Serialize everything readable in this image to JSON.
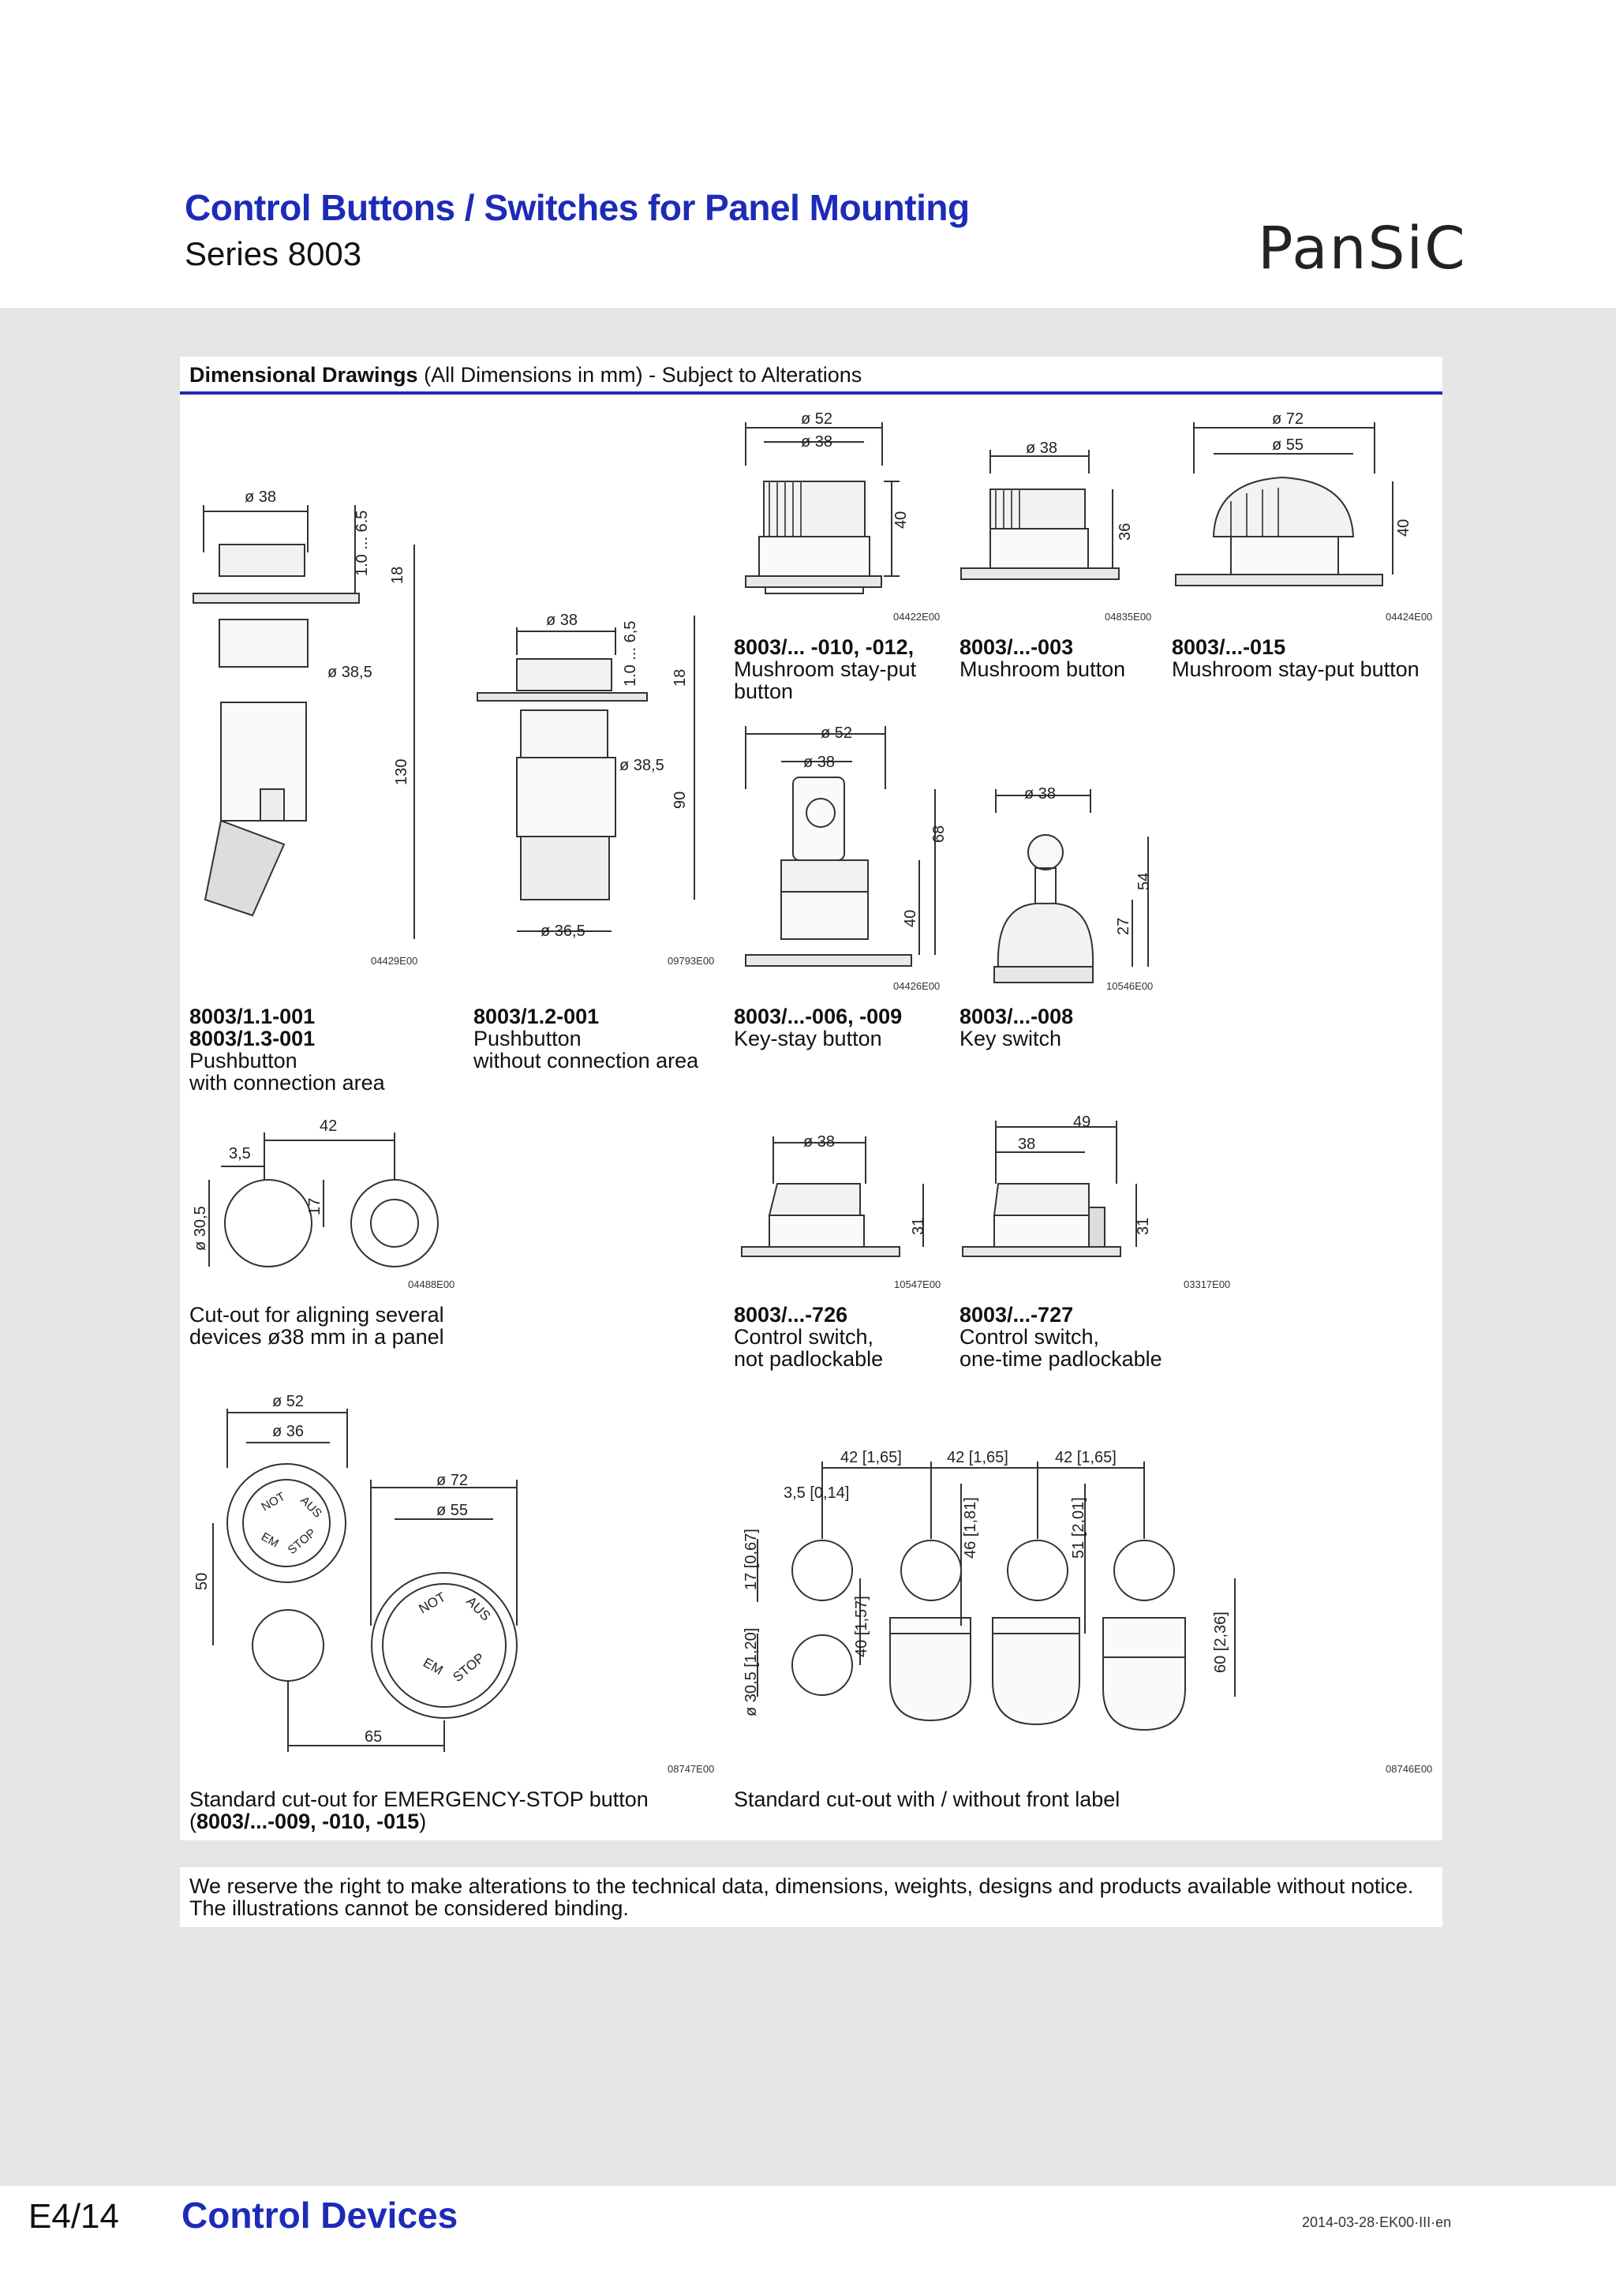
{
  "header": {
    "title": "Control Buttons / Switches for Panel Mounting",
    "subtitle": "Series 8003",
    "logo_text": "PanSiC"
  },
  "section": {
    "heading_bold": "Dimensional Drawings",
    "heading_rest": " (All Dimensions in mm) - Subject to Alterations"
  },
  "captions": {
    "mushroom1_bold": "8003/... -010, -012,",
    "mushroom1_l1": "Mushroom stay-put",
    "mushroom1_l2": "button",
    "mushroom2_bold": "8003/...-003",
    "mushroom2_l1": "Mushroom button",
    "mushroom3_bold": "8003/...-015",
    "mushroom3_l1": "Mushroom stay-put button",
    "push1_bold1": "8003/1.1-001",
    "push1_bold2": "8003/1.3-001",
    "push1_l1": "Pushbutton",
    "push1_l2": "with connection area",
    "push2_bold": "8003/1.2-001",
    "push2_l1": "Pushbutton",
    "push2_l2": "without connection area",
    "key1_bold": "8003/...-006, -009",
    "key1_l1": "Key-stay button",
    "key2_bold": "8003/...-008",
    "key2_l1": "Key switch",
    "cutout1_l1": "Cut-out for aligning several",
    "cutout1_l2": "devices ø38 mm in a panel",
    "ctrl1_bold": "8003/...-726",
    "ctrl1_l1": "Control switch,",
    "ctrl1_l2": "not padlockable",
    "ctrl2_bold": "8003/...-727",
    "ctrl2_l1": "Control switch,",
    "ctrl2_l2": "one-time padlockable",
    "estop_l1": "Standard cut-out for EMERGENCY-STOP button",
    "estop_l2_pre": "(",
    "estop_l2_bold": "8003/...-009, -010, -015",
    "estop_l2_post": ")",
    "label_l1": "Standard cut-out with / without front label"
  },
  "codes": {
    "c04422": "04422E00",
    "c04835": "04835E00",
    "c04424": "04424E00",
    "c04429": "04429E00",
    "c09793": "09793E00",
    "c04426": "04426E00",
    "c10546": "10546E00",
    "c04488": "04488E00",
    "c10547": "10547E00",
    "c03317": "03317E00",
    "c08747": "08747E00",
    "c08746": "08746E00"
  },
  "dims": {
    "d52": "ø 52",
    "d38": "ø 38",
    "d72": "ø 72",
    "d55": "ø 55",
    "v40": "40",
    "v36": "36",
    "pd38": "ø 38",
    "pr": "1.0 ... 6.5",
    "p18": "18",
    "p385": "ø 38,5",
    "p130": "130",
    "q38": "ø 38",
    "qr": "1.0 ... 6,5",
    "q18": "18",
    "q385": "ø 38,5",
    "q90": "90",
    "q365": "ø 36,5",
    "k52": "ø 52",
    "k38": "ø 38",
    "k68": "68",
    "k40": "40",
    "j38": "ø 38",
    "j54": "54",
    "j27": "27",
    "c42": "42",
    "c35": "3,5",
    "c17": "17",
    "c305": "ø 30,5",
    "s38": "ø 38",
    "s31": "31",
    "t49": "49",
    "t38": "38",
    "t31": "31",
    "e52": "ø 52",
    "e36": "ø 36",
    "e72": "ø 72",
    "e55": "ø 55",
    "e50": "50",
    "e65": "65",
    "not": "NOT",
    "aus": "AUS",
    "em": "EM",
    "stop": "STOP",
    "l42a": "42 [1,65]",
    "l42b": "42 [1,65]",
    "l42c": "42 [1,65]",
    "l35": "3,5 [0,14]",
    "l17": "17 [0,67]",
    "l305": "ø 30,5 [1,20]",
    "l40": "40 [1,57]",
    "l46": "46 [1,81]",
    "l51": "51 [2,01]",
    "l60": "60 [2,36]"
  },
  "notice": {
    "l1": "We reserve the right to make alterations to the technical data, dimensions, weights, designs and products available without notice.",
    "l2": "The illustrations cannot be considered binding."
  },
  "footer": {
    "page": "E4/14",
    "section": "Control Devices",
    "docref": "2014-03-28·EK00·III·en"
  },
  "colors": {
    "accent_blue": "#1d2bb8",
    "page_gray": "#e6e6e8"
  }
}
